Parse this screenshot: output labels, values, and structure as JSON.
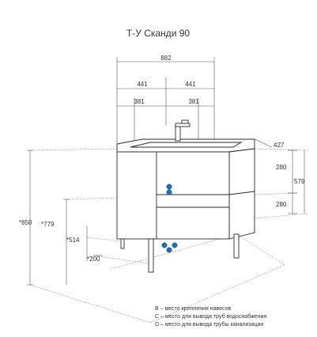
{
  "title": "Т-У Сканди 90",
  "dimensions": {
    "width_total": "882",
    "half_left": "441",
    "half_right": "441",
    "offset_left": "381",
    "offset_right": "381",
    "depth": "427",
    "upper_drawer": "280",
    "lower_drawer": "280",
    "cabinet_height": "579",
    "total_height": "*850",
    "top_to_floor": "*779",
    "mid_height": "*514",
    "leg_height": "*200"
  },
  "markers": {
    "b_label": "B",
    "c_label": "C",
    "d_label": "D",
    "b_color": "#1e6fb8",
    "c_color": "#1e6fb8",
    "d_color": "#1e6fb8"
  },
  "legend": [
    {
      "text": "B – место крепления навесов"
    },
    {
      "text": "C – место для вывода труб водоснабжения"
    },
    {
      "text": "D – место для вывода трубы канализации"
    }
  ]
}
